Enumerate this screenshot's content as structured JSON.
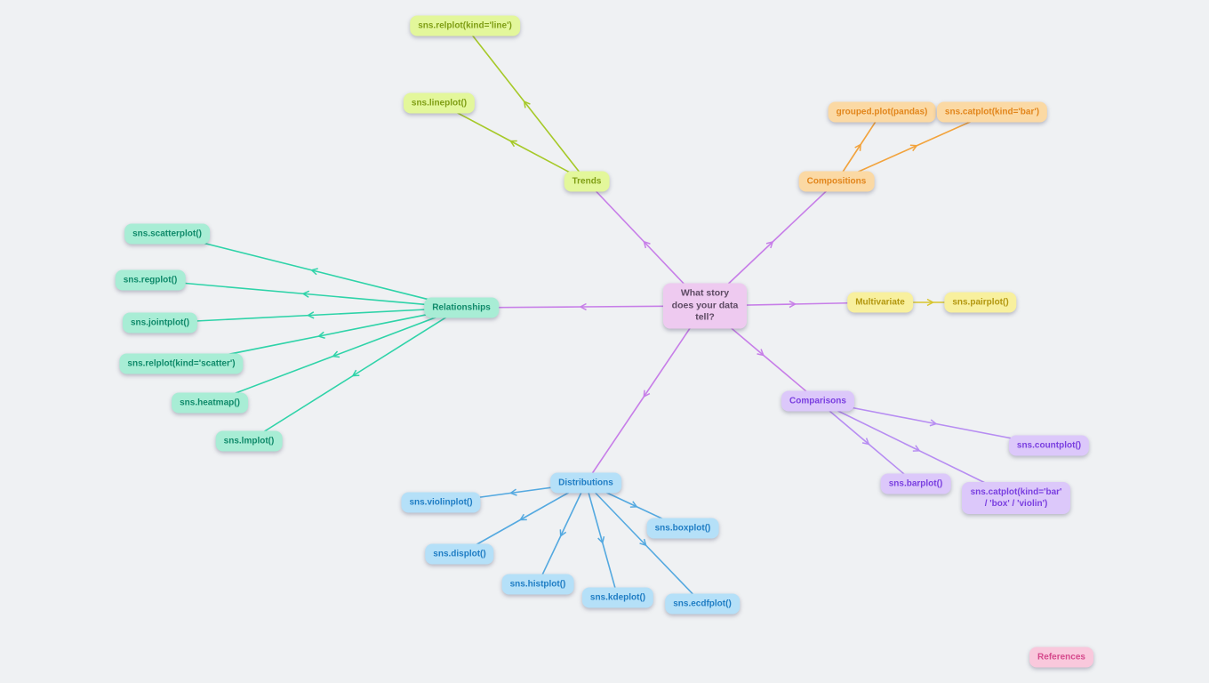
{
  "canvas": {
    "background": "#eff1f3"
  },
  "mindmap": {
    "root": {
      "label": "What story does your data tell?",
      "box_color": "#eecaf0",
      "text_color": "#5d4a63",
      "line_color": "#c77ee8"
    },
    "branches": [
      {
        "label": "Trends",
        "box_color": "#e3f79b",
        "text_color": "#7f9e14",
        "line_color": "#a6c928",
        "children": [
          {
            "label": "sns.relplot(kind='line')"
          },
          {
            "label": "sns.lineplot()"
          }
        ]
      },
      {
        "label": "Compositions",
        "box_color": "#fbd9a4",
        "text_color": "#e2861c",
        "line_color": "#f2a33c",
        "children": [
          {
            "label": "grouped.plot(pandas)"
          },
          {
            "label": "sns.catplot(kind='bar')"
          }
        ]
      },
      {
        "label": "Multivariate",
        "box_color": "#f8f09e",
        "text_color": "#b3970f",
        "line_color": "#d8c62e",
        "children": [
          {
            "label": "sns.pairplot()"
          }
        ]
      },
      {
        "label": "Relationships",
        "box_color": "#a8edd5",
        "text_color": "#0f8a6a",
        "line_color": "#2ed3a8",
        "children": [
          {
            "label": "sns.scatterplot()"
          },
          {
            "label": "sns.regplot()"
          },
          {
            "label": "sns.jointplot()"
          },
          {
            "label": "sns.relplot(kind='scatter')"
          },
          {
            "label": "sns.heatmap()"
          },
          {
            "label": "sns.lmplot()"
          }
        ]
      },
      {
        "label": "Comparisons",
        "box_color": "#dcc8fa",
        "text_color": "#7a3fe0",
        "line_color": "#b78df2",
        "children": [
          {
            "label": "sns.countplot()"
          },
          {
            "label": "sns.barplot()"
          },
          {
            "label": "sns.catplot(kind='bar' / 'box' / 'violin')"
          }
        ]
      },
      {
        "label": "Distributions",
        "box_color": "#b5e0f8",
        "text_color": "#1f7dc4",
        "line_color": "#54a9e0",
        "children": [
          {
            "label": "sns.violinplot()"
          },
          {
            "label": "sns.displot()"
          },
          {
            "label": "sns.histplot()"
          },
          {
            "label": "sns.kdeplot()"
          },
          {
            "label": "sns.ecdfplot()"
          },
          {
            "label": "sns.boxplot()"
          }
        ]
      }
    ],
    "floating": [
      {
        "label": "References",
        "box_color": "#f9c8dc",
        "text_color": "#d5498c"
      }
    ]
  }
}
